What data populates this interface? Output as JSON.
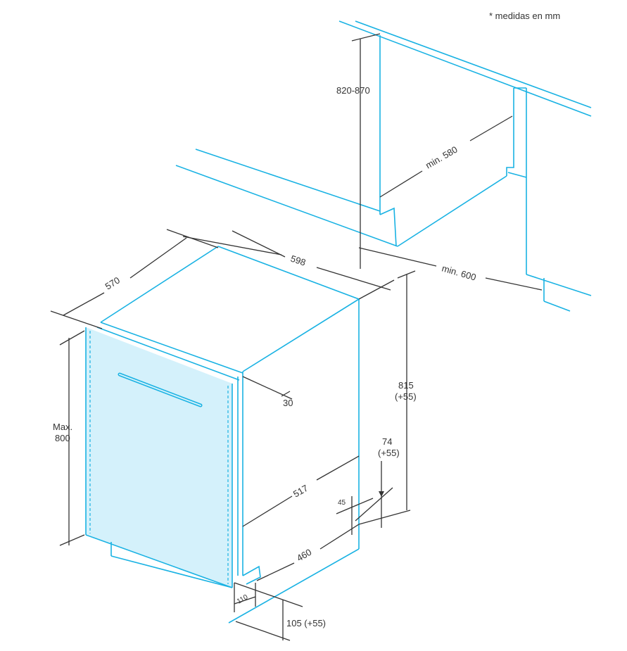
{
  "note": "* medidas en mm",
  "colors": {
    "outline": "#19b2e3",
    "door_fill": "#d4f1fb",
    "dimension": "#333333"
  },
  "niche": {
    "height_label": "820-870",
    "depth_label": "min. 580",
    "width_label": "min. 600"
  },
  "appliance": {
    "width_label": "598",
    "depth_label": "570",
    "door_offset_label": "30",
    "height_label_line1": "815",
    "height_label_line2": "(+55)",
    "door_max_line1": "Max.",
    "door_max_line2": "800",
    "side_depth_label": "517",
    "foot_height_line1": "74",
    "foot_height_line2": "(+55)",
    "foot_offset_label": "45",
    "base_depth_label": "460",
    "plinth_depth_label": "110",
    "plinth_height_label": "105 (+55)"
  }
}
